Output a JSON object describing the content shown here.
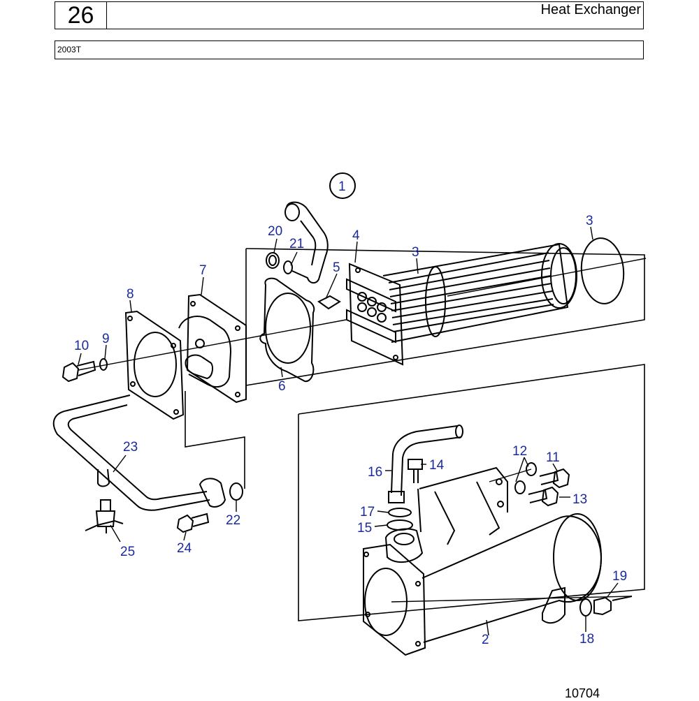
{
  "header": {
    "section_number": "26",
    "title": "Heat Exchanger",
    "model": "2003T"
  },
  "diagram": {
    "group_label": "1",
    "callouts": [
      "2",
      "3",
      "3",
      "4",
      "5",
      "6",
      "7",
      "8",
      "9",
      "10",
      "11",
      "12",
      "13",
      "14",
      "15",
      "16",
      "17",
      "18",
      "19",
      "20",
      "21",
      "22",
      "23",
      "24",
      "25"
    ],
    "label_color": "#1a2a9c"
  },
  "footer": {
    "drawing_number": "10704"
  }
}
